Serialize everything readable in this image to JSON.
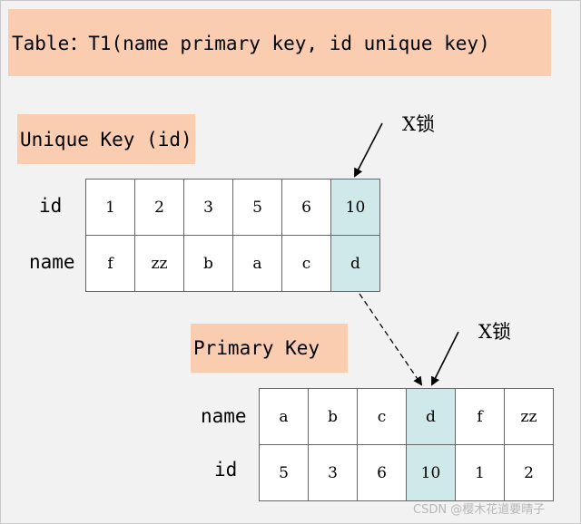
{
  "banner": {
    "text": "Table：T1(name primary key, id unique key)"
  },
  "unique_key": {
    "title": "Unique Key (id)",
    "row_labels": {
      "id": "id",
      "name": "name"
    },
    "id_row": [
      "1",
      "2",
      "3",
      "5",
      "6",
      "10"
    ],
    "name_row": [
      "f",
      "zz",
      "b",
      "a",
      "c",
      "d"
    ],
    "highlight_index": 5,
    "lock_label": "X锁"
  },
  "primary_key": {
    "title": "Primary Key",
    "row_labels": {
      "name": "name",
      "id": "id"
    },
    "name_row": [
      "a",
      "b",
      "c",
      "d",
      "f",
      "zz"
    ],
    "id_row": [
      "5",
      "3",
      "6",
      "10",
      "1",
      "2"
    ],
    "highlight_index": 3,
    "lock_label": "X锁"
  },
  "watermark": {
    "text": "CSDN @樱木花道要晴子"
  },
  "colors": {
    "label_fill": "#fbcdb0",
    "highlight_fill": "#cfe8ea",
    "background": "#f2f2f2"
  }
}
